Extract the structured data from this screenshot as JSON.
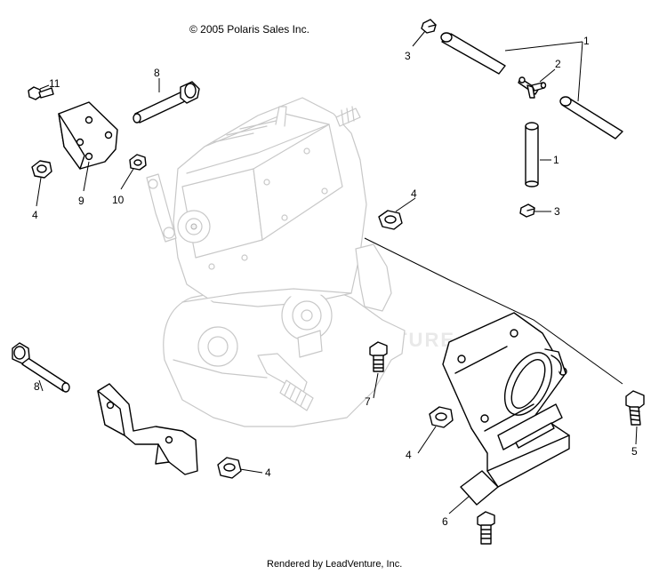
{
  "copyright": "© 2005 Polaris Sales Inc.",
  "footer": "Rendered by LeadVenture, Inc.",
  "watermark": "LEADVENTURE",
  "callouts": [
    "1",
    "1",
    "2",
    "3",
    "3",
    "4",
    "4",
    "4",
    "4",
    "5",
    "6",
    "7",
    "8",
    "8",
    "9",
    "10",
    "11"
  ]
}
